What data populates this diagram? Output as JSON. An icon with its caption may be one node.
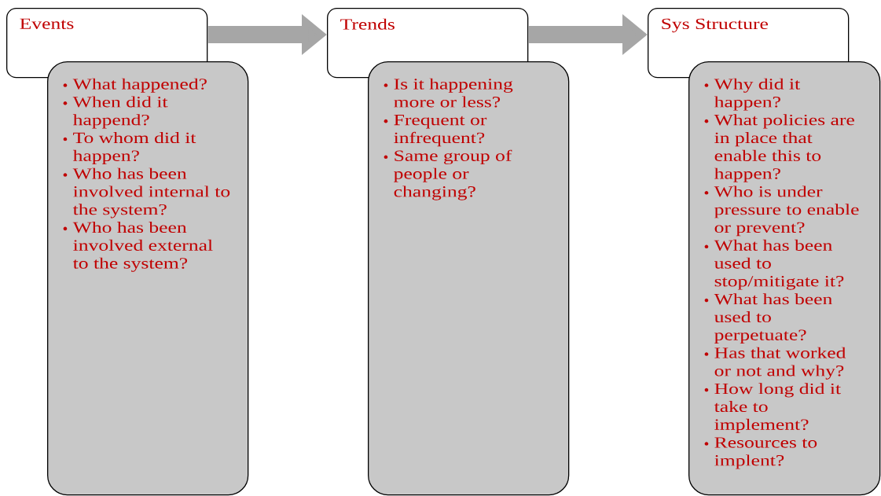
{
  "diagram": {
    "nodes": [
      {
        "text": [
          "Events"
        ]
      },
      {
        "text": [
          "What happened?",
          "When did it happend?",
          "To whom did it happen?",
          "Who has been involved internal to the system?",
          "Who has been involved external to the system?"
        ]
      },
      {
        "text": [
          "Trends"
        ]
      },
      {
        "text": [
          "Is it happening more or less?",
          "Frequent or infrequent?",
          "Same group of people or changing?"
        ]
      },
      {
        "text": [
          "Sys Structure"
        ]
      },
      {
        "text": [
          "Why did it happen?",
          "What policies are in place that enable this to happen?",
          "Who is under pressure to enable or prevent?",
          "What has been used to stop/mitigate it?",
          "What has been used to perpetuate?",
          "Has that worked or not and why?",
          "How long did it take to implement?",
          "Resources to implent?"
        ]
      }
    ],
    "edges": [
      {
        "from": 0,
        "to": 2,
        "arrow": "to"
      },
      {
        "from": 2,
        "to": 4,
        "arrow": "to"
      }
    ]
  }
}
